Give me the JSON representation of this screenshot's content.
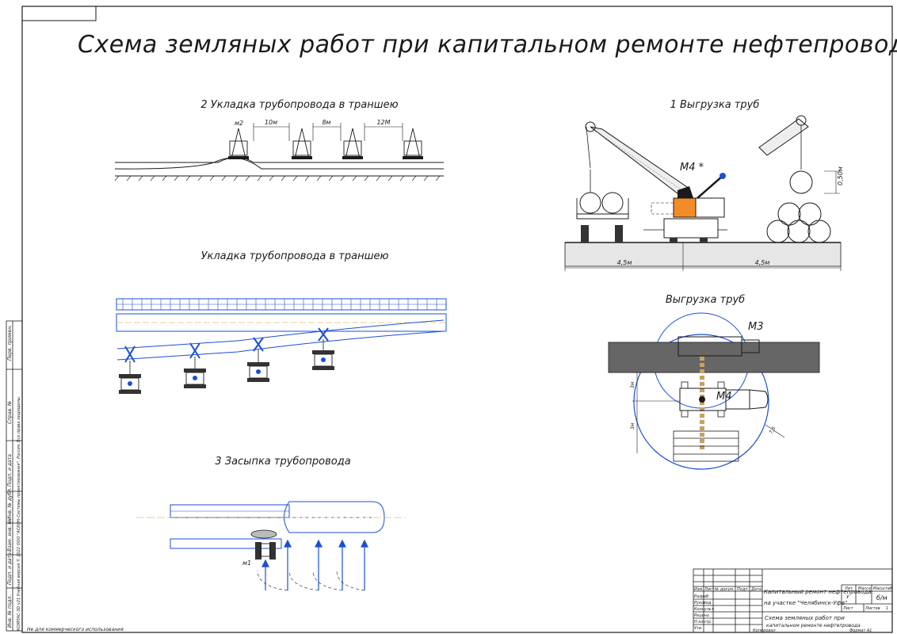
{
  "title": "Схема земляных работ при капитальном ремонте нефтепровода",
  "sections": {
    "laying_profile": {
      "caption": "2 Укладка трубопровода в траншею",
      "machine_label": "м2",
      "dims": [
        "10м",
        "8м",
        "12М"
      ]
    },
    "laying_plan": {
      "caption": "Укладка трубопровода в траншею"
    },
    "backfill": {
      "caption": "3 Засыпка трубопровода",
      "machine_label": "м1"
    },
    "unload_profile": {
      "caption": "1 Выгрузка труб",
      "machine_label": "М4 *",
      "height_dim": "0,50м",
      "dims": [
        "4,5м",
        "4,5м"
      ]
    },
    "unload_plan": {
      "caption": "Выгрузка труб",
      "crane_label": "М4",
      "truck_label": "М3",
      "dim_a": "3м",
      "dim_b": "3м",
      "radius": "7,5"
    }
  },
  "side_stamp": [
    "Перв. примен.",
    "Справ. №",
    "Подп. и дата",
    "Инв. № дубл.",
    "Взам. инв. №",
    "Подп. и дата",
    "Инв. № подл."
  ],
  "side_note": "КОМПАС-3D v21 Учебная версия © 2022 ООО \"АСКОН-Системы проектирования\", Россия. Все права защищены.",
  "bottom_note": "Не для коммерческого использования",
  "title_block": {
    "project_line1": "Капитальный ремонт нефтепровода",
    "project_line2": "на участке \"Челябинск-Уфа\"",
    "sheet_title_line1": "Схема земляных работ при",
    "sheet_title_line2": "капитальном ремонте нефтепровода",
    "col_headers": [
      "Изм.",
      "Лист",
      "№ докум.",
      "Подп.",
      "Дата"
    ],
    "roles": [
      "Разраб.",
      "Руковод.",
      "Консульт.",
      "Реценз.",
      "Н.контр.",
      "Утв."
    ],
    "lit_label": "Лит.",
    "lit_value": "У",
    "mass_label": "Масса",
    "scale_label": "Масштаб",
    "scale_value": "б/м",
    "sheet_label": "Лист",
    "sheets_label": "Листов",
    "sheets_value": "1",
    "copied": "Копировал",
    "format": "Формат  А1"
  }
}
